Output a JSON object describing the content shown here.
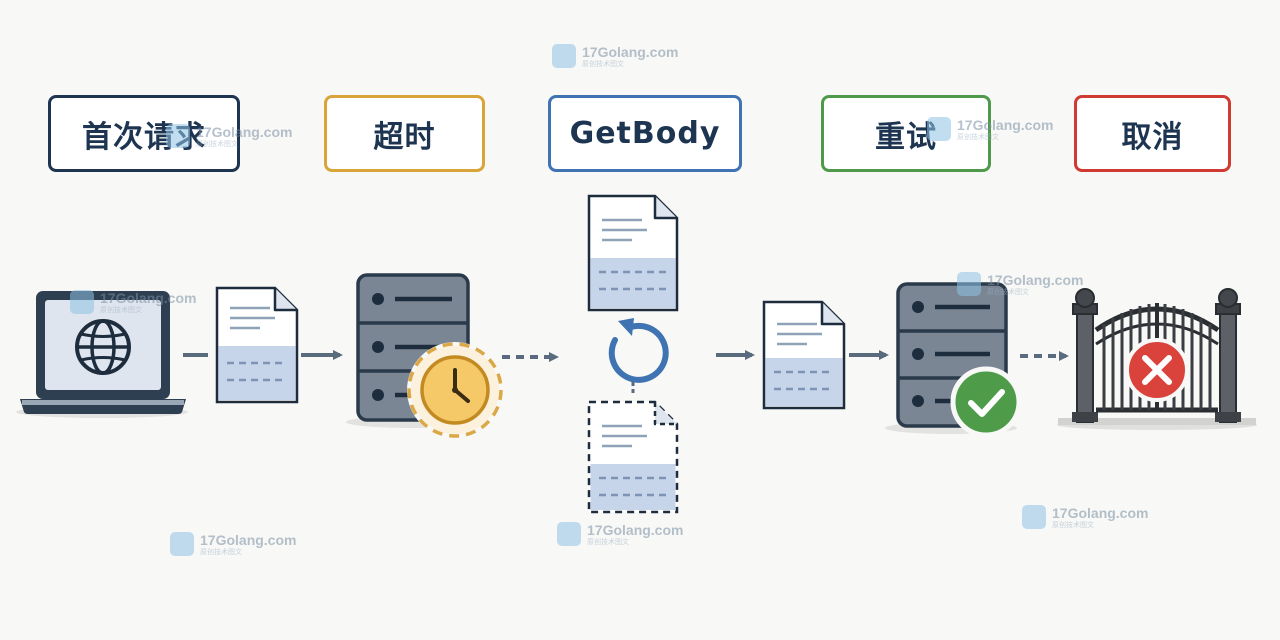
{
  "steps": [
    {
      "label": "首次请求",
      "color": "#1e3552"
    },
    {
      "label": "超时",
      "color": "#d9a43a"
    },
    {
      "label": "GetBody",
      "color": "#3f73b2"
    },
    {
      "label": "重试",
      "color": "#4f9a4a"
    },
    {
      "label": "取消",
      "color": "#cf3b33"
    }
  ],
  "watermark": {
    "title": "17Golang.com",
    "subtitle": "原创技术图文"
  },
  "icons": [
    "laptop-globe-icon",
    "document-icon",
    "server-icon",
    "clock-icon",
    "refresh-icon",
    "server-check-icon",
    "gate-cancel-icon"
  ]
}
